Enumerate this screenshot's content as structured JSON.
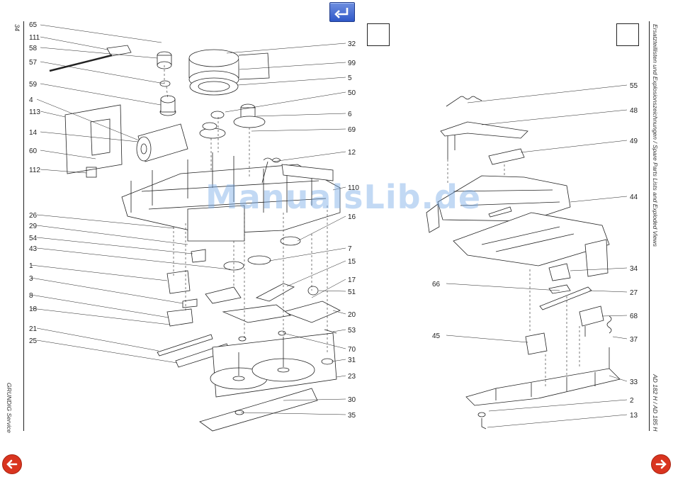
{
  "page": {
    "page_number": "34",
    "brand_footer": "GRUNDIG Service",
    "right_header": "Ersatzteillisten und Explosionszeichnungen / Spare Parts Lists and Exploded Views",
    "right_footer": "AD 182 H / AD 185 H",
    "watermark": "ManualsLib.de"
  },
  "nav": {
    "back_label": "back",
    "prev_label": "previous page",
    "next_label": "next page"
  },
  "left_callouts": {
    "c65": "65",
    "c111": "111",
    "c58": "58",
    "c57": "57",
    "c59": "59",
    "c4": "4",
    "c113": "113",
    "c14": "14",
    "c60": "60",
    "c112": "112",
    "c26": "26",
    "c29": "29",
    "c54": "54",
    "c43": "43",
    "c1": "1",
    "c3": "3",
    "c8": "8",
    "c18": "18",
    "c21": "21",
    "c25": "25"
  },
  "right_callouts_left_diagram": {
    "c32": "32",
    "c99": "99",
    "c5": "5",
    "c50": "50",
    "c6": "6",
    "c69": "69",
    "c12": "12",
    "c110": "110",
    "c16": "16",
    "c7": "7",
    "c15": "15",
    "c17": "17",
    "c51": "51",
    "c20": "20",
    "c53": "53",
    "c70": "70",
    "c31": "31",
    "c23": "23",
    "c30": "30",
    "c35": "35"
  },
  "right_diagram_callouts": {
    "c55": "55",
    "c48": "48",
    "c49": "49",
    "c44": "44",
    "c34": "34",
    "c66": "66",
    "c27": "27",
    "c45": "45",
    "c68": "68",
    "c37": "37",
    "c33": "33",
    "c2": "2",
    "c13": "13"
  }
}
